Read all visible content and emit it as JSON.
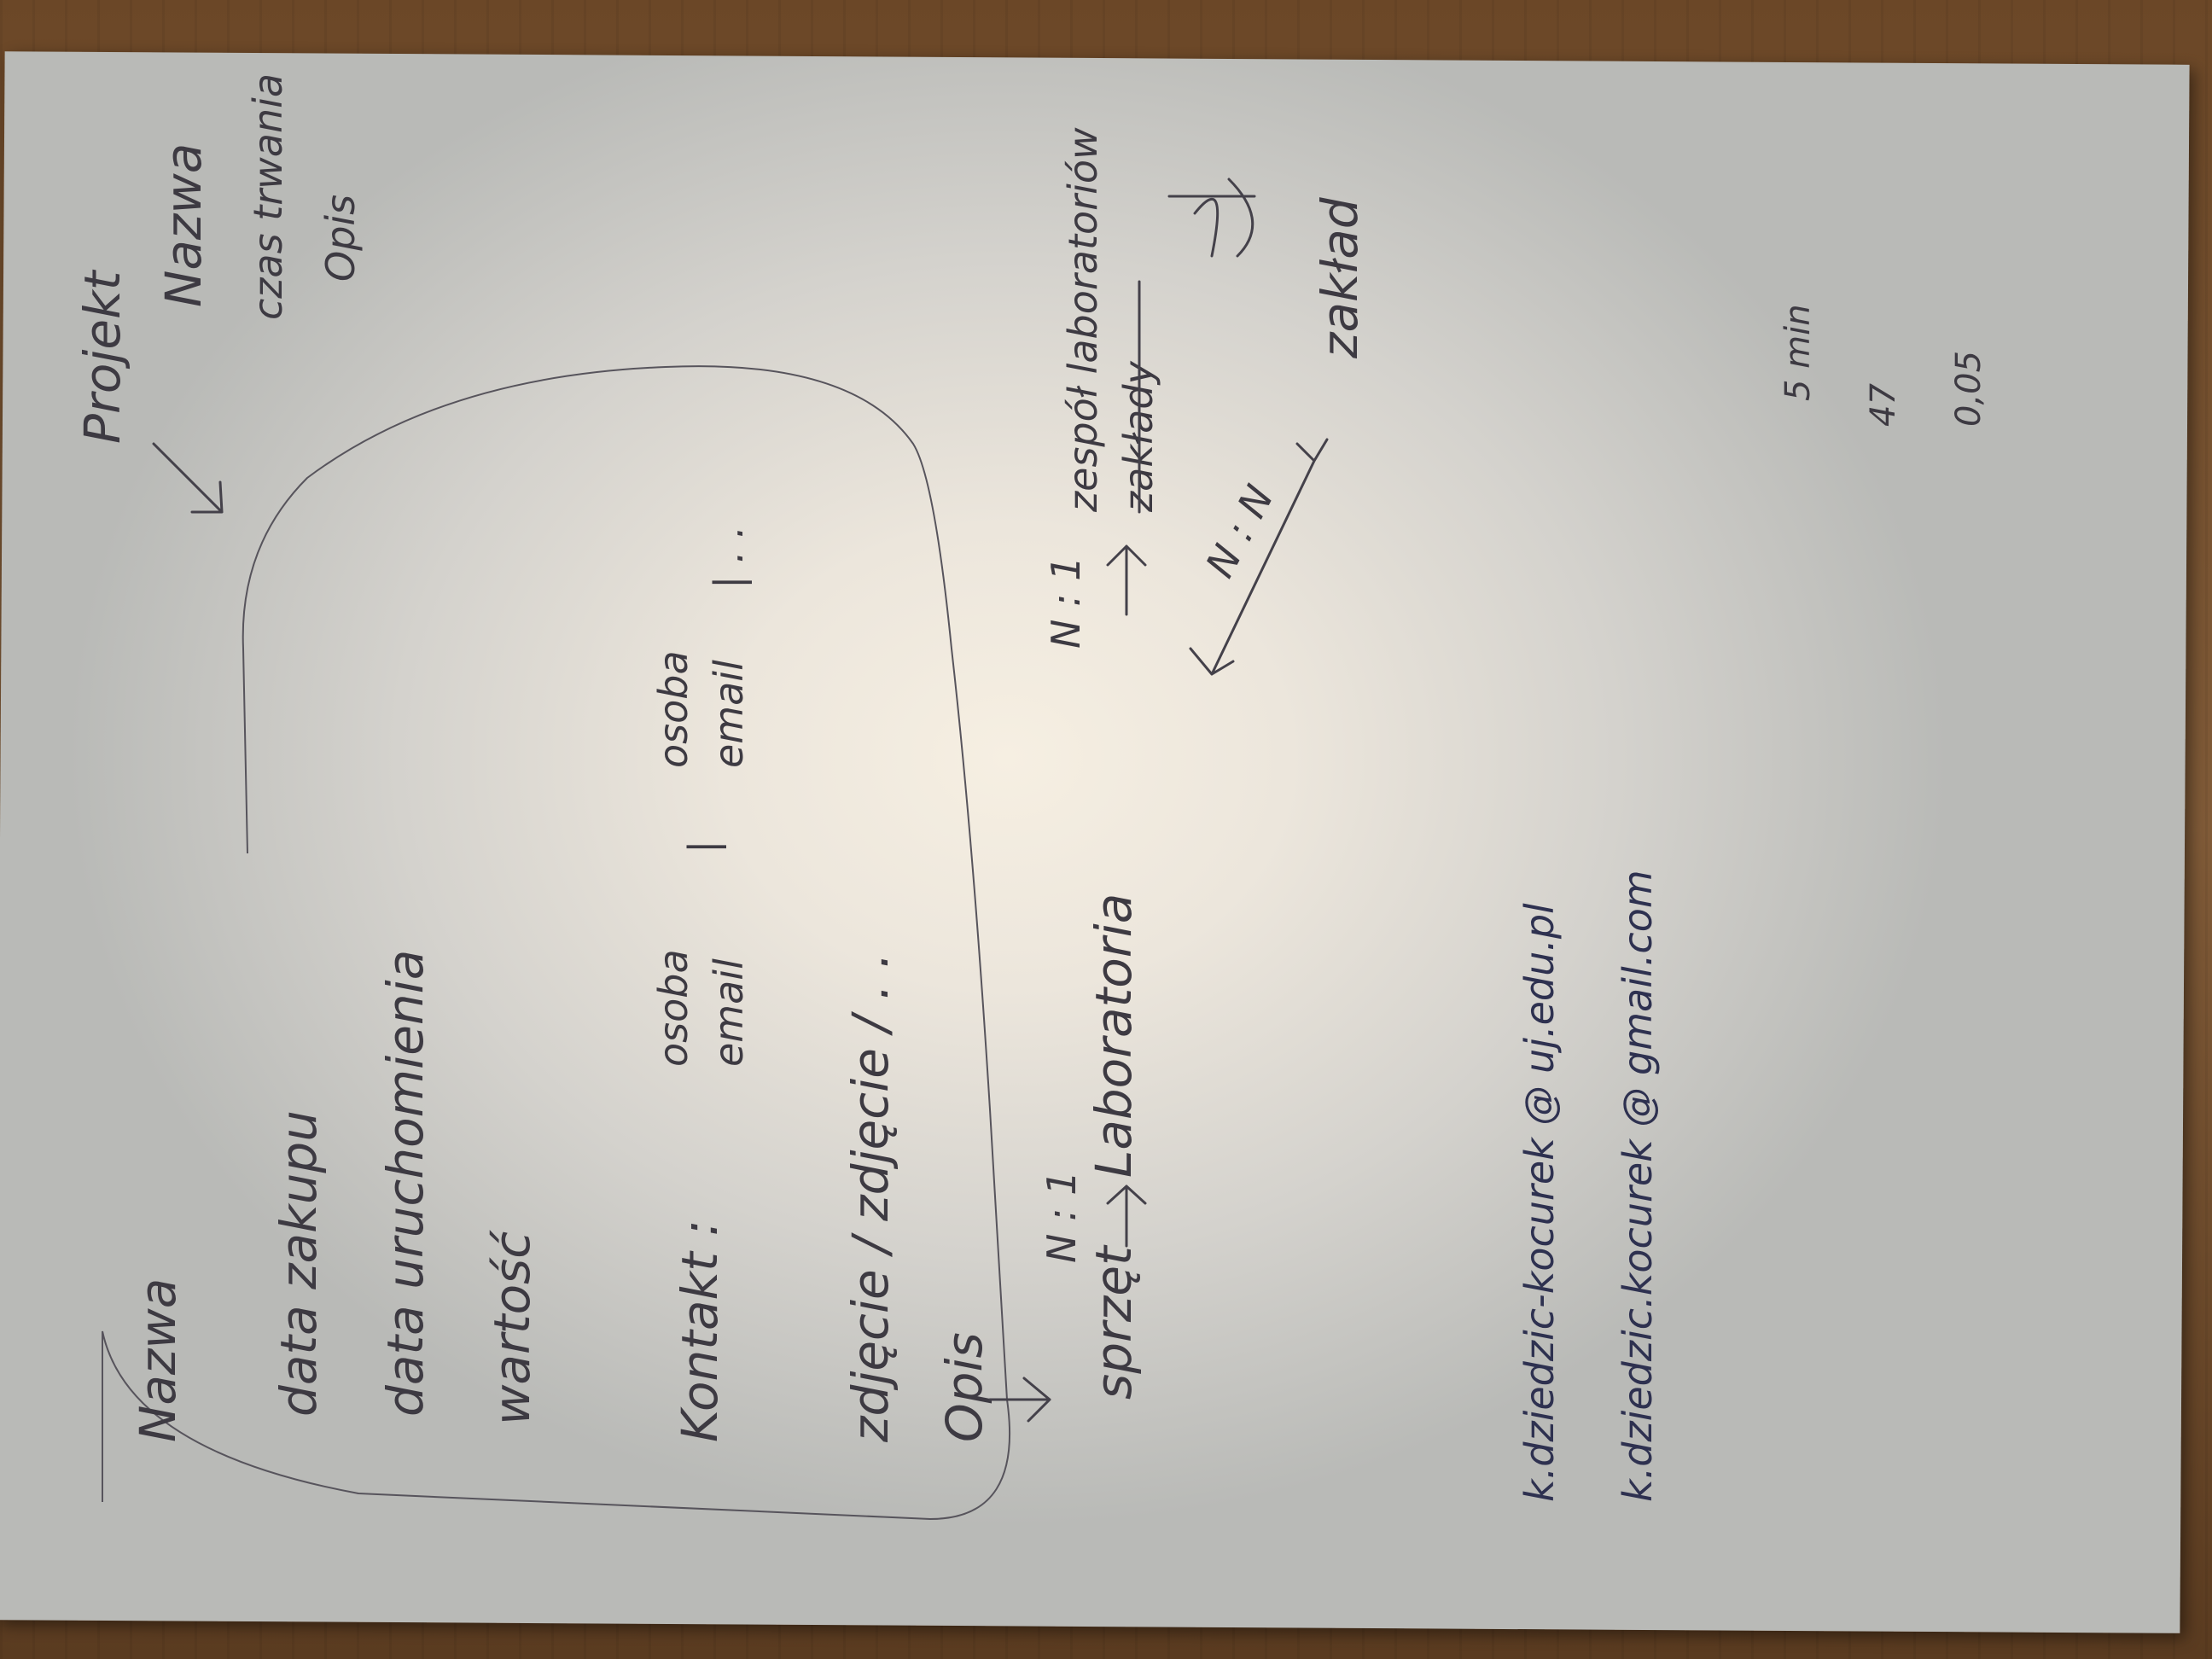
{
  "note": {
    "entity_block": {
      "nazwa": "Nazwa",
      "data_zakupu": "data zakupu",
      "data_uruchomienia": "data uruchomienia",
      "wartosc": "wartość",
      "kontakt": "Kontakt :",
      "kontakt_col1_a": "osoba",
      "kontakt_col1_b": "email",
      "kontakt_col2_a": "osoba",
      "kontakt_col2_b": "email",
      "kontakt_sep": "|",
      "kontakt_more": "| . .",
      "zdjecie": "zdjęcie / zdjęcie / . .",
      "opis": "Opis"
    },
    "projekt_block": {
      "projekt": "Projekt",
      "nazwa": "Nazwa",
      "czas_trwania": "czas trwania",
      "opis": "Opis"
    },
    "relations": {
      "sprzet": "sprzęt",
      "n1_a": "N : 1",
      "laboratoria": "Laboratoria",
      "n1_b": "N : 1",
      "zespol_laboratoriow": "zespół laboratoriów",
      "zaklady_struck": "zakłady",
      "nn": "N : N",
      "zaklad": "zakład"
    },
    "numbers": {
      "line1": "5 min",
      "line2": "47",
      "line3": "0,05"
    },
    "emails": {
      "email1": "k.dziedzic-kocurek @ uj.edu.pl",
      "email2": "k.dziedzic.kocurek @ gmail.com"
    }
  }
}
